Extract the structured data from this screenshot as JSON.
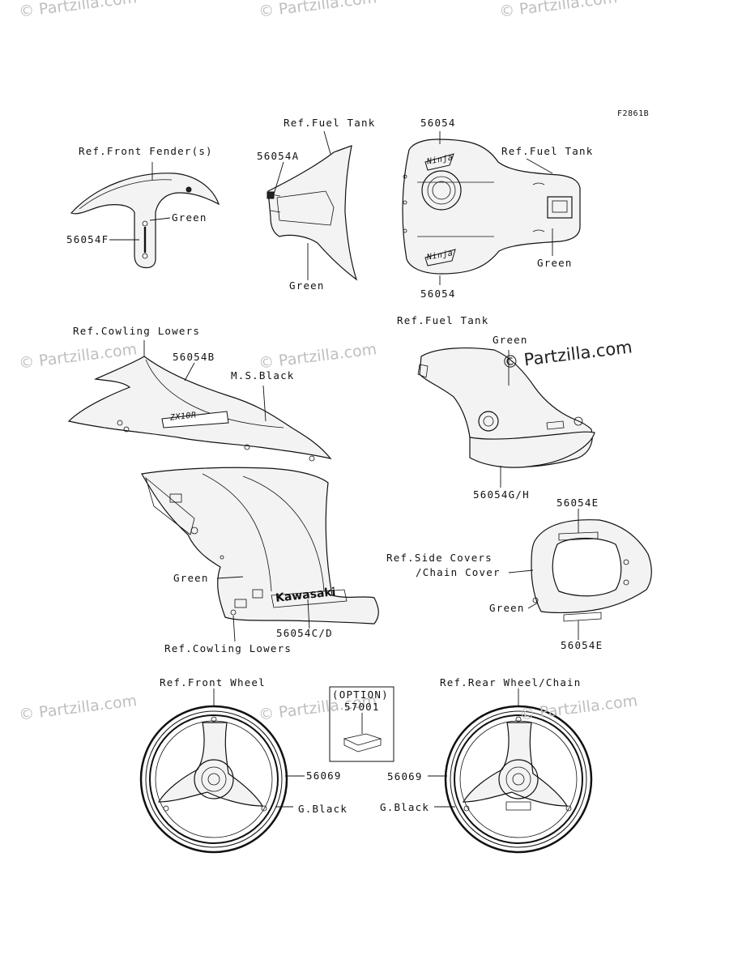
{
  "figure_code": "F2861B",
  "watermark_text": "© Partzilla.com",
  "labels": {
    "ref_front_fender": "Ref.Front Fender(s)",
    "green_fender": "Green",
    "p56054F": "56054F",
    "ref_fuel_tank_1": "Ref.Fuel Tank",
    "p56054A": "56054A",
    "green_tank_1": "Green",
    "p56054_top": "56054",
    "ref_fuel_tank_2": "Ref.Fuel Tank",
    "green_tank_2": "Green",
    "p56054_bottom": "56054",
    "ref_cowling_lowers_1": "Ref.Cowling Lowers",
    "p56054B": "56054B",
    "ms_black": "M.S.Black",
    "ref_fuel_tank_3": "Ref.Fuel Tank",
    "green_tank_3": "Green",
    "p56054GH": "56054G/H",
    "p56054E_top": "56054E",
    "ref_side_covers": "Ref.Side Covers",
    "chain_cover": "/Chain Cover",
    "green_side": "Green",
    "p56054E_bottom": "56054E",
    "green_cowl": "Green",
    "p56054CD": "56054C/D",
    "ref_cowling_lowers_2": "Ref.Cowling Lowers",
    "ref_front_wheel": "Ref.Front Wheel",
    "p56069_front": "56069",
    "gblack_front": "G.Black",
    "option": "(OPTION)",
    "p57001": "57001",
    "ref_rear_wheel": "Ref.Rear Wheel/Chain",
    "p56069_rear": "56069",
    "gblack_rear": "G.Black"
  },
  "decal_text": {
    "zx10r": "ZX10R",
    "kawasaki": "Kawasaki",
    "ninja": "Ninja"
  },
  "colors": {
    "line": "#111111",
    "fill": "#f3f3f3",
    "watermark": "#bfbfbf"
  }
}
